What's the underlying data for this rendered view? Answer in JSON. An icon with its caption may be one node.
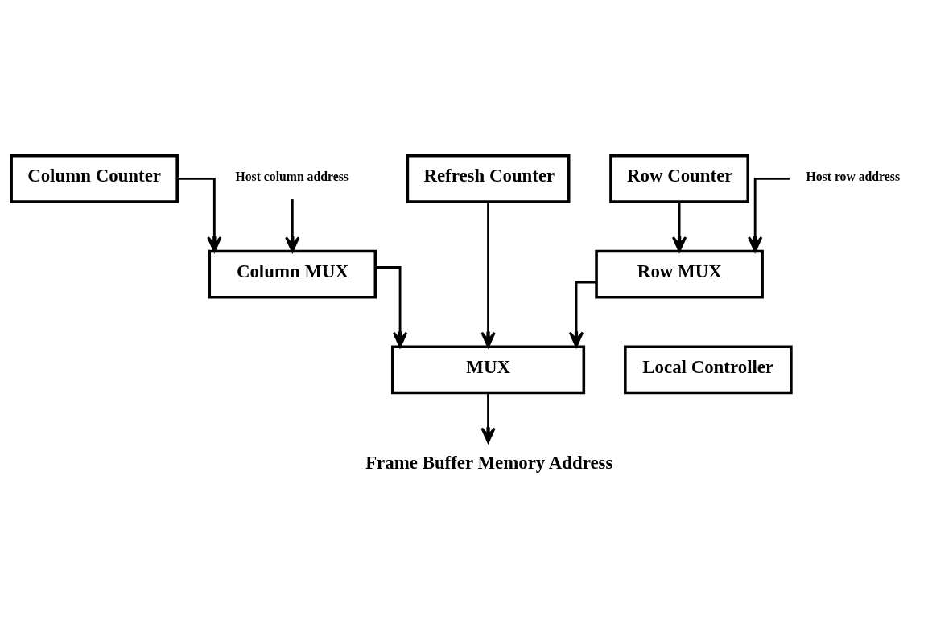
{
  "diagram": {
    "nodes": [
      {
        "text": [
          "Column Counter"
        ]
      },
      {
        "text": [
          "Refresh Counter"
        ]
      },
      {
        "text": [
          "Row Counter"
        ]
      },
      {
        "text": [
          "Host column address"
        ]
      },
      {
        "text": [
          "Column MUX"
        ]
      },
      {
        "text": [
          "Host row address"
        ]
      },
      {
        "text": [
          "Row MUX"
        ]
      },
      {
        "text": [
          "Local Controller"
        ]
      },
      {
        "text": [
          "MUX"
        ]
      },
      {
        "text": [
          "Frame Buffer Memory Address"
        ]
      }
    ],
    "edges": [
      {
        "from": 3,
        "to": 4,
        "arrow": "to"
      },
      {
        "from": 0,
        "to": 4,
        "arrow": "to"
      },
      {
        "from": 2,
        "to": 6,
        "arrow": "to"
      },
      {
        "from": 5,
        "to": 6,
        "arrow": "to"
      },
      {
        "from": 4,
        "to": 8,
        "arrow": "to"
      },
      {
        "from": 1,
        "to": 8,
        "arrow": "to"
      },
      {
        "from": 6,
        "to": 8,
        "arrow": "to"
      },
      {
        "from": 8,
        "to": 9,
        "arrow": "to"
      }
    ]
  }
}
